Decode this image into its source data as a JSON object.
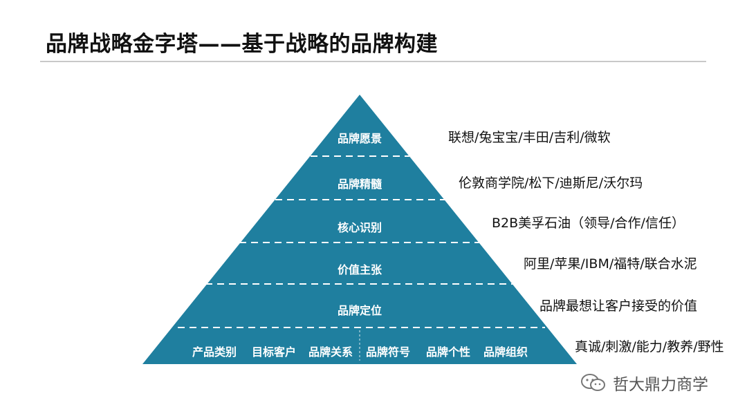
{
  "title": "品牌战略金字塔——基于战略的品牌构建",
  "pyramid_color": "#1f7f9f",
  "levels": [
    {
      "label": "品牌愿景",
      "examples": "联想/兔宝宝/丰田/吉利/微软"
    },
    {
      "label": "品牌精髓",
      "examples": "伦敦商学院/松下/迪斯尼/沃尔玛"
    },
    {
      "label": "核心识别",
      "examples": "B2B美孚石油（领导/合作/信任）"
    },
    {
      "label": "价值主张",
      "examples": "阿里/苹果/IBM/福特/联合水泥"
    },
    {
      "label": "品牌定位",
      "examples": "品牌最想让客户接受的价值"
    }
  ],
  "base": {
    "items": [
      "产品类别",
      "目标客户",
      "品牌关系",
      "品牌符号",
      "品牌个性",
      "品牌组织"
    ],
    "examples": "真诚/刺激/能力/教养/野性"
  },
  "watermark": {
    "icon": "wechat-icon",
    "text": "哲大鼎力商学"
  }
}
